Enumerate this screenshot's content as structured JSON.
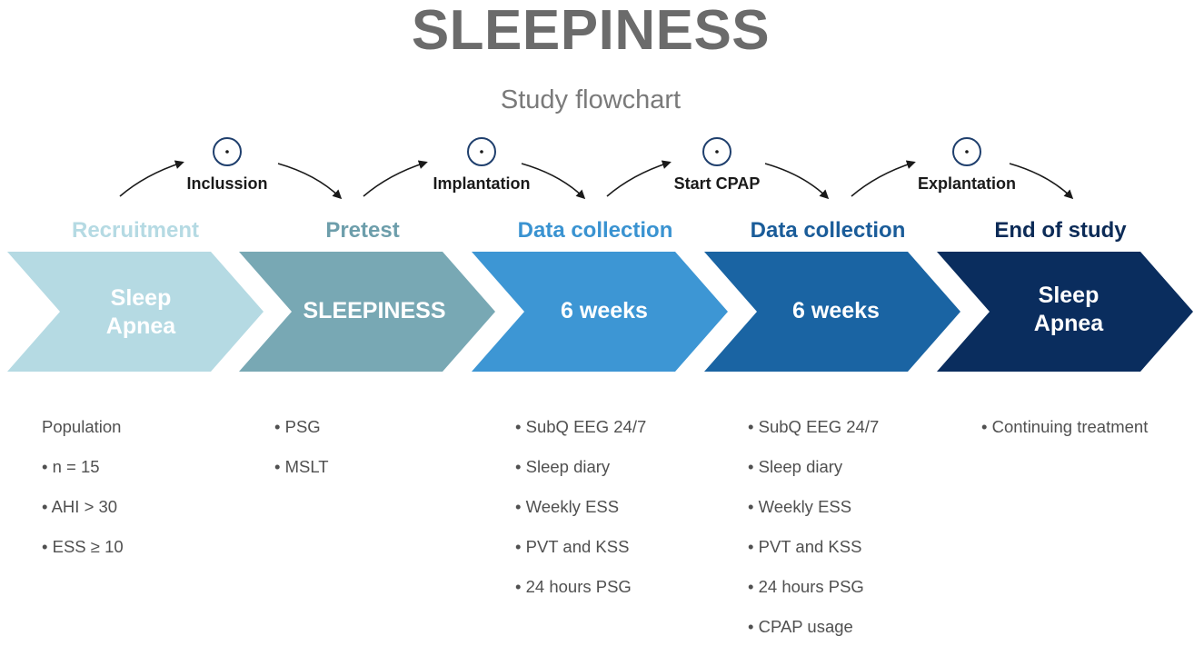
{
  "title": "SLEEPINESS",
  "subtitle": "Study flowchart",
  "transitions": [
    {
      "label": "Inclussion",
      "icon": "clock-icon"
    },
    {
      "label": "Implantation",
      "icon": "clock-icon"
    },
    {
      "label": "Start CPAP",
      "icon": "clock-icon"
    },
    {
      "label": "Explantation",
      "icon": "clock-icon"
    }
  ],
  "phases": [
    {
      "title": "Recruitment",
      "box_line1": "Sleep",
      "box_line2": "Apnea",
      "fill": "#b5dae3",
      "title_color": "#b5dae3",
      "items": [
        "Population",
        "• n = 15",
        "• AHI > 30",
        "• ESS ≥ 10"
      ]
    },
    {
      "title": "Pretest",
      "box_line1": "SLEEPINESS",
      "box_line2": "",
      "fill": "#78a8b4",
      "title_color": "#6d9eab",
      "items": [
        "• PSG",
        "• MSLT"
      ]
    },
    {
      "title": "Data collection",
      "box_line1": "6 weeks",
      "box_line2": "",
      "fill": "#3d96d4",
      "title_color": "#3a93d1",
      "items": [
        "• SubQ EEG 24/7",
        "• Sleep diary",
        "• Weekly ESS",
        "• PVT and KSS",
        "• 24 hours PSG"
      ]
    },
    {
      "title": "Data collection",
      "box_line1": "6 weeks",
      "box_line2": "",
      "fill": "#1a64a3",
      "title_color": "#1a5c99",
      "items": [
        "• SubQ EEG 24/7",
        "• Sleep diary",
        "• Weekly ESS",
        "• PVT and KSS",
        "• 24 hours PSG",
        "• CPAP usage"
      ]
    },
    {
      "title": "End of study",
      "box_line1": "Sleep",
      "box_line2": "Apnea",
      "fill": "#0a2d5e",
      "title_color": "#0c2b57",
      "items": [
        "• Continuing treatment"
      ]
    }
  ]
}
